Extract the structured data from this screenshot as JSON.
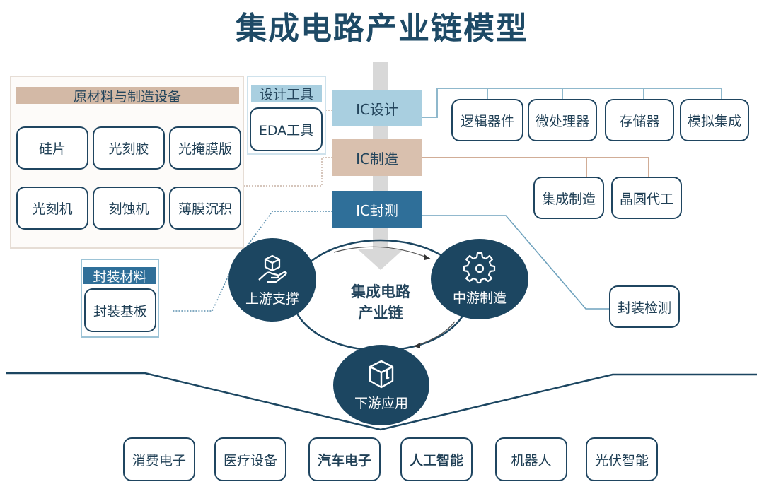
{
  "title": "集成电路产业链模型",
  "materials_panel": {
    "header": "原材料与制造设备",
    "items": [
      "硅片",
      "光刻胶",
      "光掩膜版",
      "光刻机",
      "刻蚀机",
      "薄膜沉积"
    ]
  },
  "design_tools_panel": {
    "header": "设计工具",
    "items": [
      "EDA工具"
    ]
  },
  "packaging_materials_panel": {
    "header": "封装材料",
    "items": [
      "封装基板"
    ]
  },
  "ic_stages": [
    {
      "label": "IC设计",
      "color": "#a9cfe0"
    },
    {
      "label": "IC制造",
      "color": "#d9c0ae"
    },
    {
      "label": "IC封测",
      "color": "#2f6f99"
    }
  ],
  "ic_design_children": [
    "逻辑器件",
    "微处理器",
    "存储器",
    "模拟集成"
  ],
  "ic_manufacturing_children": [
    "集成制造",
    "晶圆代工"
  ],
  "ic_packaging_children": [
    "封装检测"
  ],
  "cycle": {
    "center_line1": "集成电路",
    "center_line2": "产业链",
    "upstream": {
      "label": "上游支撑",
      "icon": "hand-box-icon"
    },
    "midstream": {
      "label": "中游制造",
      "icon": "gear-icon"
    },
    "downstream": {
      "label": "下游应用",
      "icon": "box-icon"
    }
  },
  "applications": [
    {
      "label": "消费电子",
      "bold": false
    },
    {
      "label": "医疗设备",
      "bold": false
    },
    {
      "label": "汽车电子",
      "bold": true
    },
    {
      "label": "人工智能",
      "bold": true
    },
    {
      "label": "机器人",
      "bold": false
    },
    {
      "label": "光伏智能",
      "bold": false
    }
  ],
  "colors": {
    "dark_navy": "#1c4661",
    "light_blue": "#a9cfe0",
    "tan": "#d9c0ae",
    "mid_blue": "#2f6f99",
    "arrow_gray": "#d6d6d6"
  }
}
